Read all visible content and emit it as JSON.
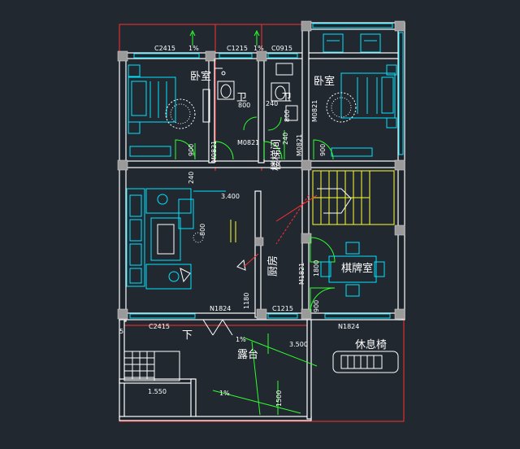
{
  "plan": {
    "rooms": {
      "bedroom_left": "卧室",
      "bedroom_right": "卧室",
      "bath_left": "卫",
      "bath_right": "卫",
      "stairs": "楼梯间",
      "hall": "厨房",
      "card_room": "棋牌室",
      "terrace": "露台",
      "lounge_chair": "休息椅"
    },
    "labels": {
      "c2415_top": "C2415",
      "slope_top_left": "1%",
      "c1215_top": "C1215",
      "slope_top_mid": "1%",
      "c0915": "C0915",
      "b800": "800",
      "d240_a": "240",
      "d800": "800",
      "m0821_a": "M0821",
      "d900_left": "900",
      "d240_v": "240",
      "m0821_b": "M0821",
      "m0821_c": "M0821",
      "m0821_d": "M0821",
      "d900_right": "900",
      "d240_left": "240",
      "elev_3400": "3.400",
      "d800_small": "800",
      "m1821": "M1821",
      "d1800": "1800",
      "d900_lower": "900",
      "n1824_left": "N1824",
      "d1180": "1180",
      "c1215_bottom": "C1215",
      "n1824_right": "N1824",
      "c2415_bottom": "C2415",
      "xia": "下",
      "slope_terrace": "1%",
      "elev_3500": "3.500",
      "elev_1550": "1.550",
      "slope_bottom": "1%",
      "d1500": "1500",
      "b5": "5"
    }
  },
  "colors": {
    "background": "#212830",
    "cyan": "#00e5ff",
    "green": "#2eff2e",
    "red": "#ff3030",
    "yellow": "#ffff33",
    "white": "#ffffff",
    "column": "#9a9a9a"
  }
}
